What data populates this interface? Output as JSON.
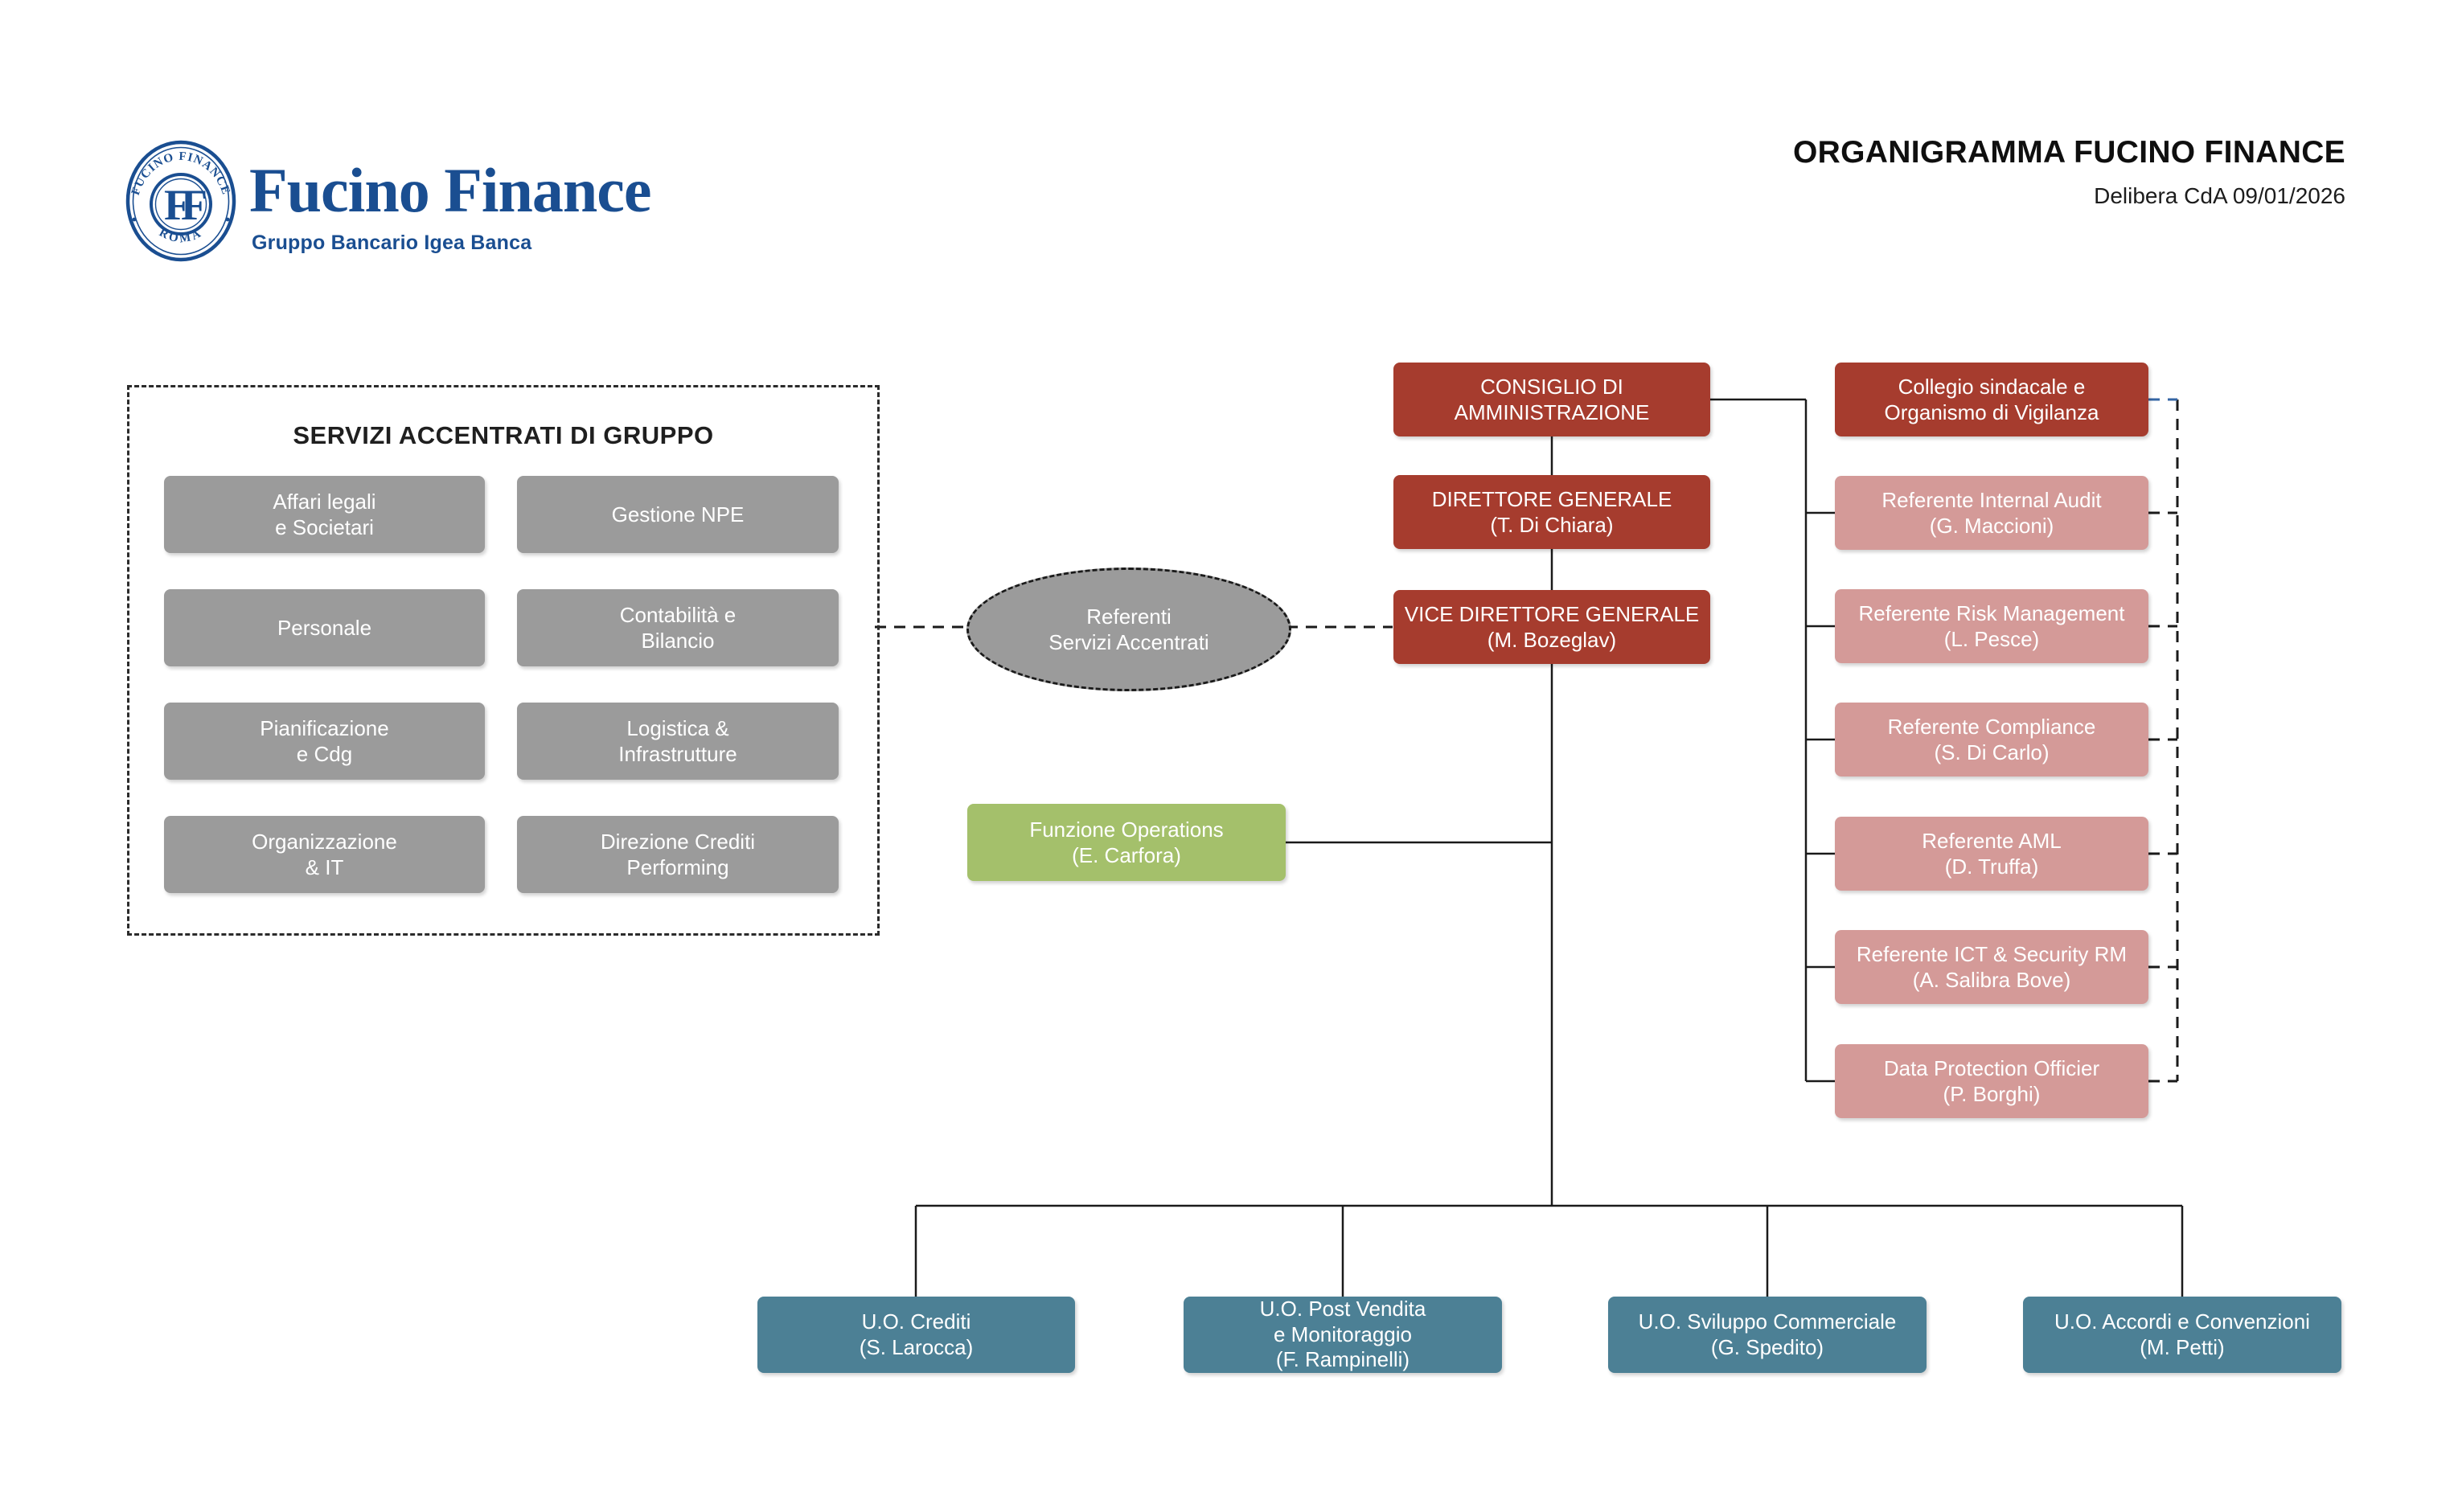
{
  "header": {
    "logo": {
      "seal_top": "FUCINO FINANCE",
      "seal_bottom": "ROMA",
      "monogram": "FF",
      "wordmark": "Fucino Finance",
      "tagline": "Gruppo Bancario Igea Banca"
    },
    "title": "ORGANIGRAMMA FUCINO FINANCE",
    "subtitle": "Delibera CdA 09/01/2026"
  },
  "servizi": {
    "title": "SERVIZI ACCENTRATI DI GRUPPO",
    "items": [
      {
        "label": "Affari legali\ne Societari"
      },
      {
        "label": "Gestione NPE"
      },
      {
        "label": "Personale"
      },
      {
        "label": "Contabilità e\nBilancio"
      },
      {
        "label": "Pianificazione\ne Cdg"
      },
      {
        "label": "Logistica &\nInfrastrutture"
      },
      {
        "label": "Organizzazione\n& IT"
      },
      {
        "label": "Direzione Crediti\nPerforming"
      }
    ]
  },
  "hub": {
    "referenti_ellipse": "Referenti\nServizi Accentrati"
  },
  "governance": {
    "cda": "CONSIGLIO DI\nAMMINISTRAZIONE",
    "direttore_generale": "DIRETTORE GENERALE\n(T. Di Chiara)",
    "vice_direttore_generale": "VICE DIRETTORE GENERALE\n(M. Bozeglav)",
    "collegio": "Collegio sindacale e\nOrganismo di Vigilanza"
  },
  "referenti": {
    "items": [
      {
        "label": "Referente Internal Audit\n(G. Maccioni)"
      },
      {
        "label": "Referente Risk Management\n(L. Pesce)"
      },
      {
        "label": "Referente Compliance\n(S. Di Carlo)"
      },
      {
        "label": "Referente AML\n(D. Truffa)"
      },
      {
        "label": "Referente ICT & Security RM\n(A. Salibra Bove)"
      },
      {
        "label": "Data Protection Officier\n(P. Borghi)"
      }
    ]
  },
  "operations": {
    "label": "Funzione Operations\n(E. Carfora)"
  },
  "units": {
    "items": [
      {
        "label": "U.O. Crediti\n(S. Larocca)"
      },
      {
        "label": "U.O. Post Vendita\ne Monitoraggio\n(F. Rampinelli)"
      },
      {
        "label": "U.O. Sviluppo Commerciale\n(G. Spedito)"
      },
      {
        "label": "U.O. Accordi e Convenzioni\n(M. Petti)"
      }
    ]
  },
  "palette": {
    "red": "#A63C2E",
    "pink": "#D49A98",
    "gray": "#9B9B9B",
    "green": "#A4C06B",
    "teal": "#4C8095",
    "line": "#1a1a1a",
    "blue-dash": "#3465A4",
    "logo-blue": "#1A4E91"
  }
}
